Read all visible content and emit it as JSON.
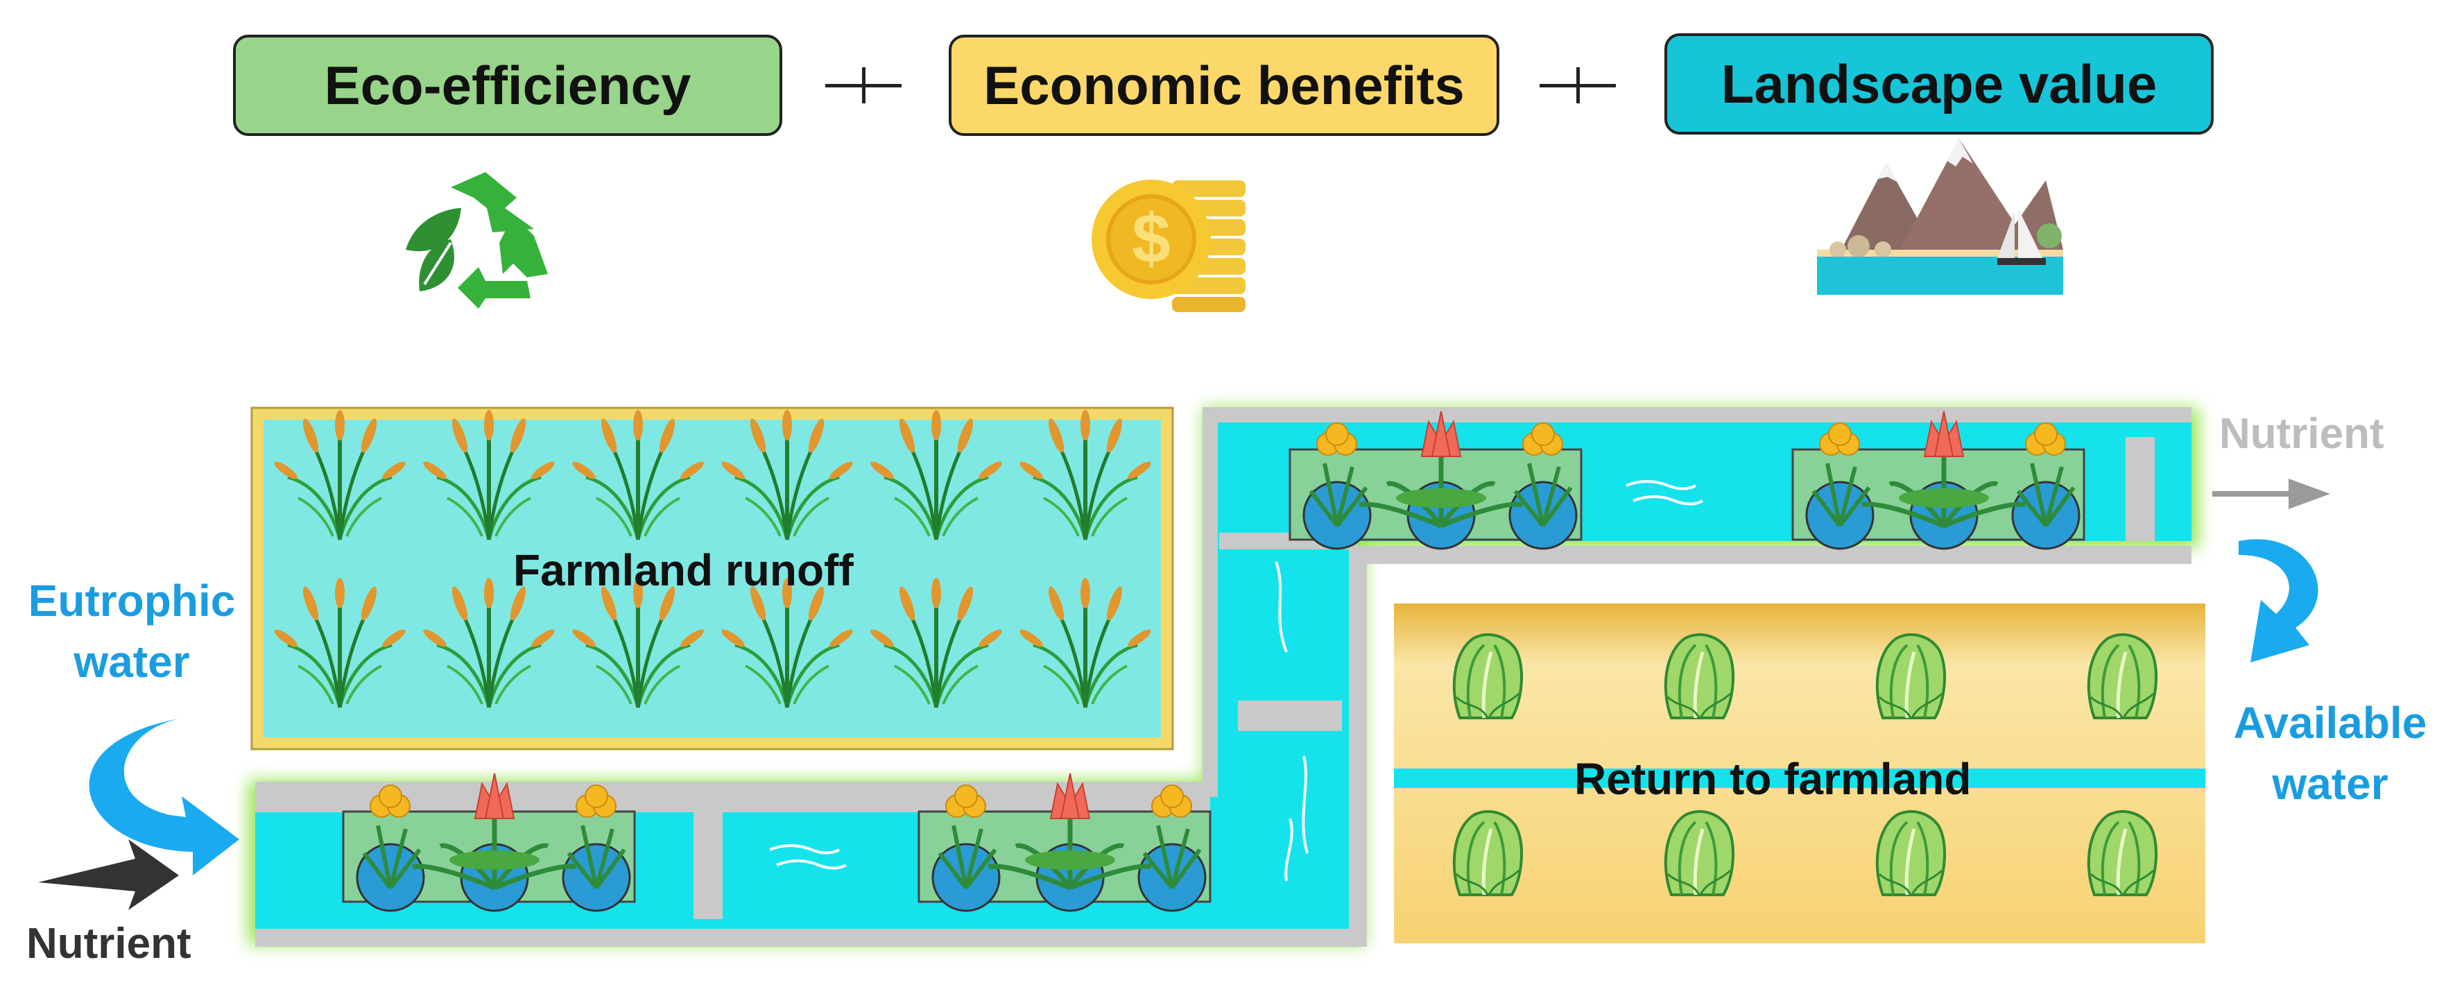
{
  "header": {
    "eco_label": "Eco-efficiency",
    "economic_label": "Economic benefits",
    "landscape_label": "Landscape value",
    "colors": {
      "eco": "#98d48a",
      "economic": "#fcd86a",
      "landscape": "#17c5d8"
    },
    "icons": [
      "recycle-icon",
      "coins-icon",
      "mountain-landscape-icon"
    ]
  },
  "diagram": {
    "farmland_runoff": "Farmland runoff",
    "return_to_farmland": "Return to farmland",
    "eutrophic_water": [
      "Eutrophic",
      "water"
    ],
    "available_water": [
      "Available",
      "water"
    ],
    "nutrient_in": "Nutrient",
    "nutrient_out": "Nutrient",
    "colors": {
      "water": "#14e3ec",
      "pond": "#80e8e2",
      "glow": "#8fe34a",
      "wall": "#c9c9c9",
      "inflow_arrow": "#1aaaf0",
      "field": "#f8d97a"
    }
  }
}
